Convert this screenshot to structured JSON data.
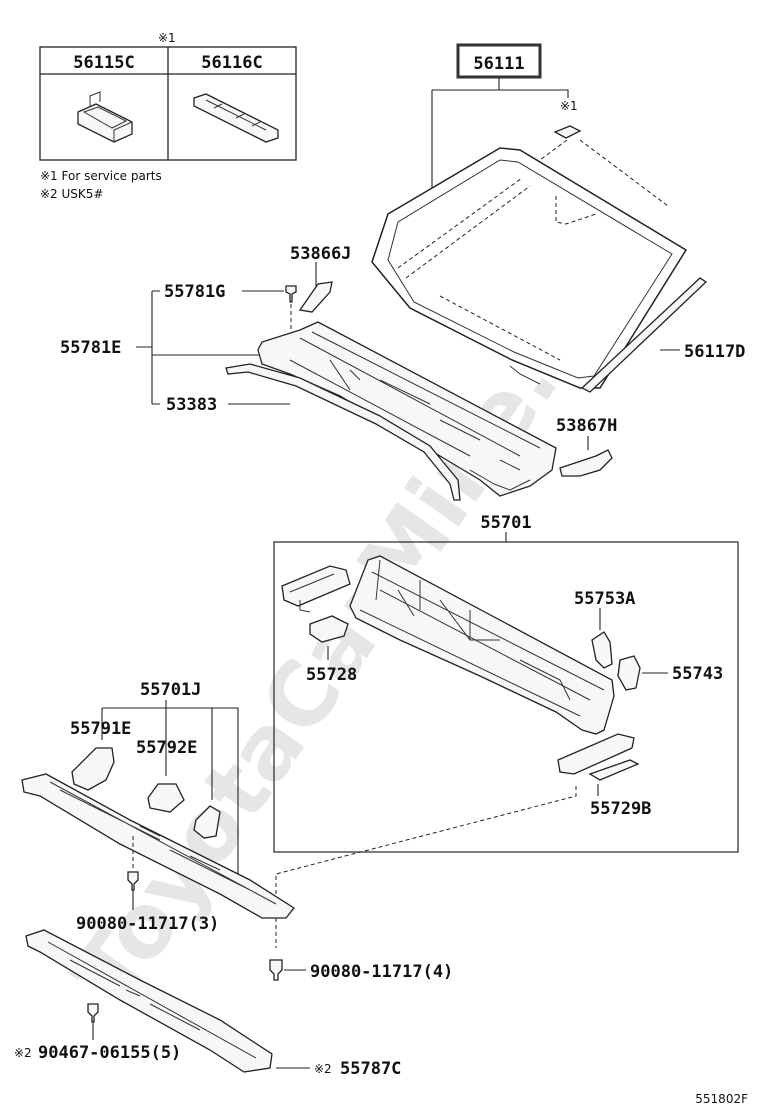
{
  "watermark": "ToyotaCarMine.ru",
  "table": {
    "mark": "※1",
    "col1": "56115C",
    "col2": "56116C"
  },
  "notes": {
    "note1": "※1 For service parts",
    "note2": "※2 USK5#"
  },
  "labels": {
    "p56111": "56111",
    "p56111_mark": "※1",
    "p53866J": "53866J",
    "p55781G": "55781G",
    "p55781E": "55781E",
    "p53383": "53383",
    "p56117D": "56117D",
    "p53867H": "53867H",
    "p55701": "55701",
    "p55753A": "55753A",
    "p55728": "55728",
    "p55743": "55743",
    "p55729B": "55729B",
    "p55701J": "55701J",
    "p55791E": "55791E",
    "p55792E": "55792E",
    "p90080_3": "90080-11717(3)",
    "p90080_4": "90080-11717(4)",
    "p90467_mark": "※2",
    "p90467": "90467-06155(5)",
    "p55787C_mark": "※2",
    "p55787C": "55787C"
  },
  "diagram_code": "551802F"
}
